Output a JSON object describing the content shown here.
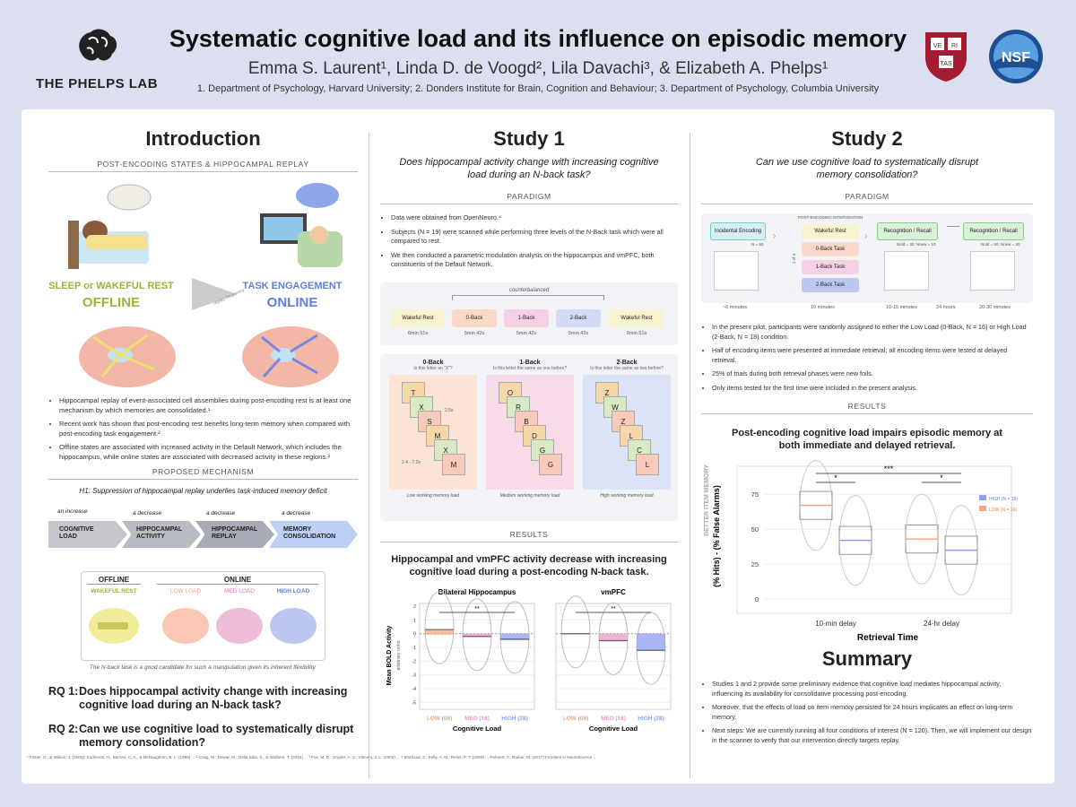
{
  "header": {
    "lab_name": "THE PHELPS LAB",
    "title": "Systematic cognitive load and its influence on episodic memory",
    "authors": "Emma S. Laurent¹, Linda D. de Voogd², Lila Davachi³, & Elizabeth A. Phelps¹",
    "affiliations": "1. Department of Psychology, Harvard University; 2. Donders Institute for Brain, Cognition and Behaviour; 3. Department of Psychology, Columbia University",
    "harvard_letters": [
      "VE",
      "RI",
      "TAS"
    ],
    "nsf_label": "NSF"
  },
  "intro": {
    "heading": "Introduction",
    "sub1": "POST-ENCODING STATES & HIPPOCAMPAL REPLAY",
    "offline_label1": "SLEEP or WAKEFUL REST",
    "offline_label2": "OFFLINE",
    "online_label1": "TASK ENGAGEMENT",
    "online_label2": "ONLINE",
    "arrow_label": "replay frequency",
    "bullets": [
      "Hippocampal replay of event-associated cell assemblies during post-encoding rest is at least one mechanism by which memories are consolidated.¹",
      "Recent work has shown that post-encoding rest benefits long-term memory when compared with post-encoding task engagement.²",
      "Offline states are associated with increased activity in the Default Network, which includes the hippocampus, while online states are associated with decreased activity in these regions.³"
    ],
    "sub2": "PROPOSED MECHANISM",
    "h1": "H1: Suppression of hippocampal replay underlies task-induced memory deficit",
    "chain": [
      {
        "top": "an increase",
        "label": "COGNITIVE LOAD"
      },
      {
        "top": "a decrease",
        "label": "HIPPOCAMPAL ACTIVITY"
      },
      {
        "top": "a decrease",
        "label": "HIPPOCAMPAL REPLAY"
      },
      {
        "top": "a decrease",
        "label": "MEMORY CONSOLIDATION"
      }
    ],
    "states": {
      "offline": "OFFLINE",
      "online": "ONLINE",
      "wakeful": "WAKEFUL REST",
      "low": "LOW LOAD",
      "med": "MED LOAD",
      "high": "HIGH LOAD"
    },
    "caption": "The N-back task is a good candidate for such a manipulation given its inherent flexibility.",
    "rq1_label": "RQ 1:",
    "rq1": "Does hippocampal activity change with increasing cognitive load during an N-back task?",
    "rq2_label": "RQ 2:",
    "rq2": "Can we use cognitive load to systematically disrupt memory consolidation?"
  },
  "study1": {
    "heading": "Study 1",
    "question": "Does hippocampal activity change with increasing cognitive load during an N-back task?",
    "sub_paradigm": "PARADIGM",
    "bullets": [
      "Data were obtained from OpenNeuro.⁴",
      "Subjects (N = 19) were scanned while performing three levels of the N-Back task which were all compared to rest.",
      "We then conducted a parametric modulation analysis on the hippocampus and vmPFC, both constituents of the Default Network."
    ],
    "counterbalanced": "counterbalanced",
    "timeline": [
      {
        "label": "Wakeful Rest",
        "time": "6min 51s"
      },
      {
        "label": "0-Back",
        "time": "5min 42s"
      },
      {
        "label": "1-Back",
        "time": "5min 42s"
      },
      {
        "label": "2-Back",
        "time": "5min 42s"
      },
      {
        "label": "Wakeful Rest",
        "time": "6min 51s"
      }
    ],
    "nback": [
      {
        "title": "0-Back",
        "q": "Is this letter an “X”?",
        "letters": [
          "T",
          "X",
          "S",
          "M",
          "X",
          "M"
        ],
        "foot": "Low working memory load"
      },
      {
        "title": "1-Back",
        "q": "Is this letter the same as one before?",
        "letters": [
          "O",
          "R",
          "B",
          "D",
          "G",
          "G"
        ],
        "foot": "Medium working memory load"
      },
      {
        "title": "2-Back",
        "q": "Is this letter the same as two before?",
        "letters": [
          "Z",
          "W",
          "Z",
          "L",
          "C",
          "L"
        ],
        "foot": "High working memory load"
      }
    ],
    "timing_label1": "2.5s",
    "timing_label2": "2.4 - 7.2s",
    "sub_results": "RESULTS",
    "results_title": "Hippocampal and vmPFC activity decrease with increasing cognitive load during a post-encoding N-back task."
  },
  "study2": {
    "heading": "Study 2",
    "question": "Can we use cognitive load to systematically disrupt memory consolidation?",
    "sub_paradigm": "PARADIGM",
    "intervention_label": "POST-ENCODING INTERVENTION",
    "stages": {
      "encoding": "Incidental Encoding",
      "encoding_n": "N = 60",
      "rest": "Wakeful Rest",
      "zero": "0-Back Task",
      "one": "1-Back Task",
      "two": "2-Back Task",
      "or": "1 of 4",
      "recall1": "Recognition / Recall",
      "recall1_n": "Nold = 30; Nnew = 10",
      "recall2": "Recognition / Recall",
      "recall2_n": "Nold = 60; Nnew = 20"
    },
    "durations": [
      "~6 minutes",
      "10 minutes",
      "10-15 minutes",
      "24 hours",
      "20-30 minutes"
    ],
    "bullets": [
      "In the present pilot, participants were randomly assigned to either the Low Load (0-Back, N = 16) or High Load (2-Back, N = 18) condition.",
      "Half of encoding items were presented at immediate retrieval; all encoding items were tested at delayed retrieval.",
      "25% of trials during both retrieval phases were new foils.",
      "Only items tested for the first time were included in the present analysis."
    ],
    "sub_results": "RESULTS",
    "results_title": "Post-encoding cognitive load impairs episodic memory at both immediate and delayed retrieval.",
    "summary_heading": "Summary",
    "summary_bullets": [
      "Studies 1 and 2 provide some preliminary evidence that cognitive load mediates hippocampal activity, influencing its availability for consolidative processing post-encoding.",
      "Moreover, that the effects of load on item memory persisted for 24 hours implicates an effect on long-term memory.",
      "Next steps: We are currently running all four conditions of interest (N = 120). Then, we will implement our design in the scanner to verify that our intervention directly targets replay."
    ]
  },
  "colors": {
    "low": "#f4a582",
    "med": "#e89ac7",
    "high": "#8e9ff0",
    "accent_green": "#9ab33a",
    "accent_blue": "#5e7fd9",
    "panel_bg": "#ffffff",
    "page_bg": "#dcdff0"
  },
  "chart_data": [
    {
      "type": "violin",
      "title": "Bilateral Hippocampus",
      "ylabel": "Mean BOLD Activity",
      "ylabel_sub": "arbitrary units",
      "xlabel": "Cognitive Load",
      "categories": [
        "LOW (08)",
        "MED (18)",
        "HIGH (28)"
      ],
      "means": [
        0.3,
        -0.2,
        -0.4
      ],
      "yticks": [
        2,
        1,
        0,
        -1,
        -2,
        -3,
        -4,
        -5
      ],
      "ylim": [
        -5.5,
        2.2
      ],
      "sig": "**"
    },
    {
      "type": "violin",
      "title": "vmPFC",
      "xlabel": "Cognitive Load",
      "categories": [
        "LOW (08)",
        "MED (18)",
        "HIGH (28)"
      ],
      "means": [
        0.0,
        -0.5,
        -1.2
      ],
      "yticks": [
        2,
        1,
        0,
        -1,
        -2,
        -3,
        -4,
        -5
      ],
      "ylim": [
        -5.5,
        2.2
      ],
      "sig": "**"
    },
    {
      "type": "violin",
      "title": "Post-encoding cognitive load impairs episodic memory at both immediate and delayed retrieval.",
      "ylabel": "(% Hits) - (% False Alarms)",
      "ylabel_top": "BETTER ITEM MEMORY",
      "xlabel": "Retrieval Time",
      "categories": [
        "10-min delay",
        "24-hr delay"
      ],
      "series": [
        {
          "name": "LOW (N = 16)",
          "medians": [
            67,
            43
          ]
        },
        {
          "name": "HIGH (N = 18)",
          "medians": [
            42,
            35
          ]
        }
      ],
      "yticks": [
        75,
        50,
        25,
        0
      ],
      "ylim": [
        -5,
        95
      ],
      "sig_labels": [
        "*",
        "***",
        "*"
      ]
    }
  ],
  "references": "¹ Foster, D., & Wilson, J. (2006); Kudrimoti, H., Barnes, C. A., & McNaughton, B. L. (1999) ... ² Craig, M., Dewar, M., Della Sala, S., & Wolbers, T. (2015) ... ³ Fox, M. D., Snyder, A. Z., Vincent, J. L. (2005) ... ⁴ Shehzad, Z., Kelly, A. M., Reiss, P. T. (2009) ... Pehnert, Y., Barker, M. (2017) Frontiers in Neuroscience ..."
}
